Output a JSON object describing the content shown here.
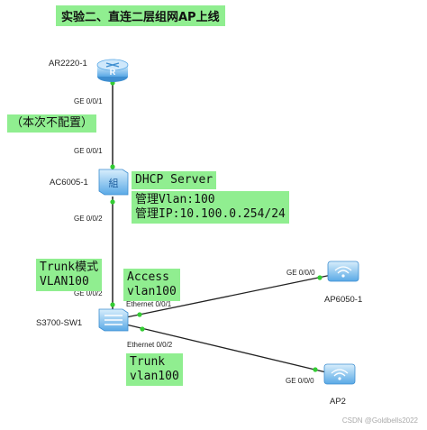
{
  "title": "实验二、直连二层组网AP上线",
  "devices": {
    "router": "AR2220-1",
    "ac": "AC6005-1",
    "switch": "S3700-SW1",
    "ap1": "AP6050-1",
    "ap2": "AP2"
  },
  "ports": {
    "router_down": "GE 0/0/1",
    "ac_up": "GE 0/0/1",
    "ac_down": "GE 0/0/2",
    "sw_up": "GE 0/0/2",
    "sw_e1": "Ethernet 0/0/1",
    "sw_e2": "Ethernet 0/0/2",
    "ap1_port": "GE 0/0/0",
    "ap2_port": "GE 0/0/0"
  },
  "notes": {
    "not_configured": "（本次不配置）",
    "dhcp": "DHCP Server",
    "mgmt": "管理Vlan:100\n管理IP:10.100.0.254/24",
    "trunk_mode": "Trunk模式\nVLAN100",
    "access": "Access\nvlan100",
    "trunk_e2": "Trunk\nvlan100"
  },
  "watermark": "CSDN @Goldbells2022",
  "colors": {
    "note_bg": "#90ee90",
    "device_blue": "#5aa9e6",
    "port_dot": "#33cc33"
  }
}
